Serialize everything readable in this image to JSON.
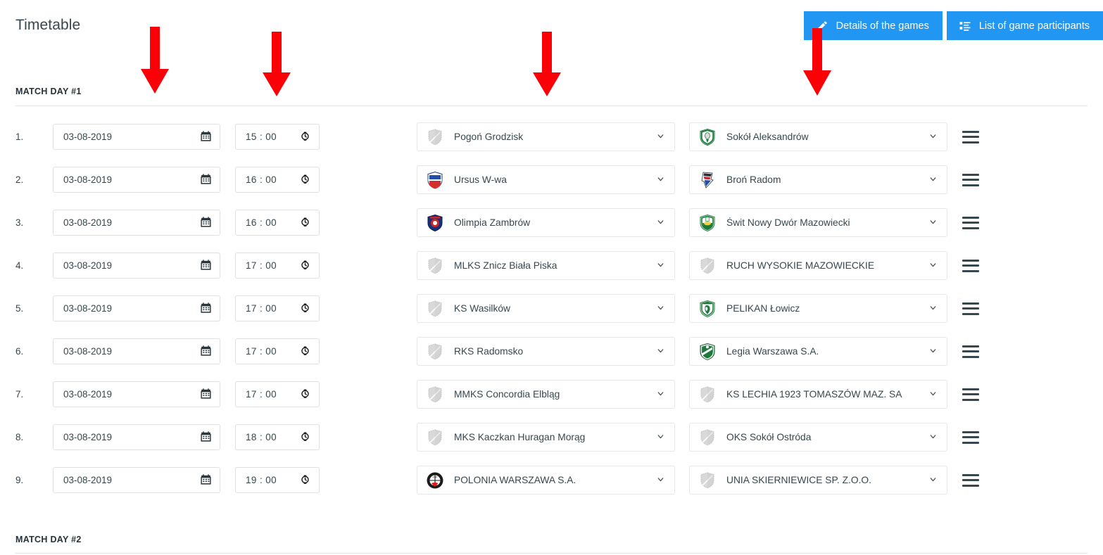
{
  "header": {
    "title": "Timetable",
    "buttons": [
      {
        "label": "Details of the games",
        "icon": "pencil-icon",
        "color": "#2196f3"
      },
      {
        "label": "List of game participants",
        "icon": "list-icon",
        "color": "#2196f3"
      }
    ]
  },
  "sections": [
    {
      "heading": "MATCH DAY #1"
    },
    {
      "heading": "MATCH DAY #2"
    }
  ],
  "icons": {
    "date": "calendar-icon",
    "time": "watch-clock-icon",
    "dropdown": "chevron-down-icon",
    "drag": "drag-handle-icon"
  },
  "rows": [
    {
      "num": "1.",
      "date": "03-08-2019",
      "time": "15 : 00",
      "home": "Pogoń Grodzisk",
      "home_crest": "generic-gray-shield",
      "away": "Sokół Aleksandrów",
      "away_crest": "green-white-shield"
    },
    {
      "num": "2.",
      "date": "03-08-2019",
      "time": "16 : 00",
      "home": "Ursus W-wa",
      "home_crest": "blue-red-shield",
      "away": "Broń Radom",
      "away_crest": "red-blue-crest"
    },
    {
      "num": "3.",
      "date": "03-08-2019",
      "time": "16 : 00",
      "home": "Olimpia Zambrów",
      "home_crest": "navy-red-shield",
      "away": "Świt Nowy Dwór Mazowiecki",
      "away_crest": "green-yellow-shield"
    },
    {
      "num": "4.",
      "date": "03-08-2019",
      "time": "17 : 00",
      "home": "MLKS Znicz Biała Piska",
      "home_crest": "generic-gray-shield",
      "away": "RUCH WYSOKIE MAZOWIECKIE",
      "away_crest": "generic-gray-shield"
    },
    {
      "num": "5.",
      "date": "03-08-2019",
      "time": "17 : 00",
      "home": "KS Wasilków",
      "home_crest": "generic-gray-shield",
      "away": "PELIKAN Łowicz",
      "away_crest": "green-white-pelican"
    },
    {
      "num": "6.",
      "date": "03-08-2019",
      "time": "17 : 00",
      "home": "RKS Radomsko",
      "home_crest": "generic-gray-shield",
      "away": "Legia Warszawa S.A.",
      "away_crest": "green-white-legia"
    },
    {
      "num": "7.",
      "date": "03-08-2019",
      "time": "17 : 00",
      "home": "MMKS Concordia Elbląg",
      "home_crest": "generic-gray-shield",
      "away": "KS LECHIA 1923 TOMASZÓW MAZ. SA",
      "away_crest": "generic-gray-shield"
    },
    {
      "num": "8.",
      "date": "03-08-2019",
      "time": "18 : 00",
      "home": "MKS Kaczkan Huragan Morąg",
      "home_crest": "generic-gray-shield",
      "away": "OKS Sokół Ostróda",
      "away_crest": "generic-gray-shield"
    },
    {
      "num": "9.",
      "date": "03-08-2019",
      "time": "19 : 00",
      "home": "POLONIA WARSZAWA S.A.",
      "home_crest": "black-red-polonia",
      "away": "UNIA SKIERNIEWICE SP. Z.O.O.",
      "away_crest": "generic-gray-shield"
    }
  ],
  "annotations": {
    "color": "#fb0007",
    "arrows": [
      {
        "name": "arrow-pointing-to-date-column"
      },
      {
        "name": "arrow-pointing-to-time-column"
      },
      {
        "name": "arrow-pointing-to-home-team-column"
      },
      {
        "name": "arrow-pointing-to-details-button"
      }
    ]
  }
}
